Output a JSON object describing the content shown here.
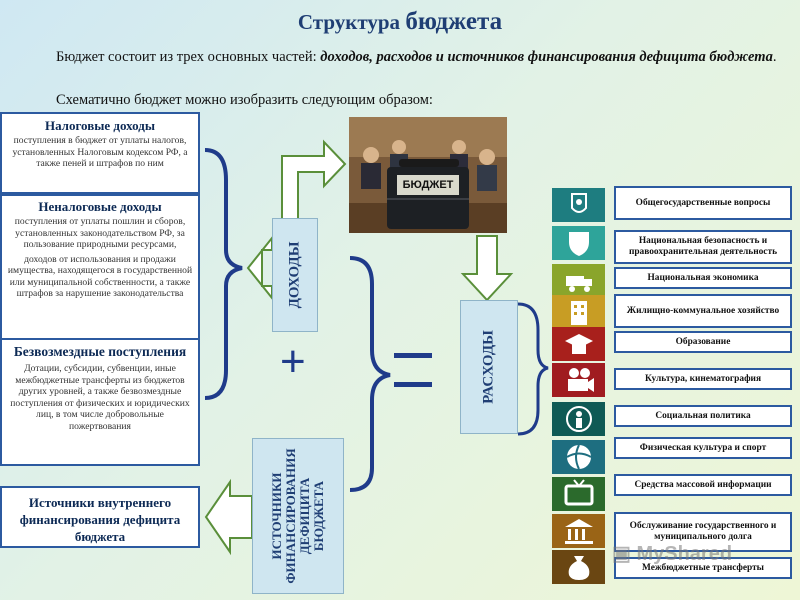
{
  "title": {
    "part1": "Структура",
    "part2": "бюджета"
  },
  "intro": {
    "lead": "Бюджет состоит из трех основных частей:",
    "emphasis": "доходов, расходов и источников финансирования дефицита бюджета",
    "end": "."
  },
  "scheme_text": "Схематично бюджет можно изобразить следующим образом:",
  "revenue_boxes": [
    {
      "title": "Налоговые доходы",
      "desc": [
        "поступления в бюджет от уплаты налогов, установленных Налоговым кодексом РФ, а также пеней и штрафов по ним"
      ]
    },
    {
      "title": "Неналоговые доходы",
      "desc": [
        "поступления от уплаты пошлин и сборов, установленных законодательством РФ, за пользование природными ресурсами,",
        "доходов от использования и продажи имущества, находящегося в государственной или муниципальной собственности, а также штрафов за нарушение законодательства"
      ]
    },
    {
      "title": "Безвозмездные поступления",
      "desc": [
        "Дотации, субсидии, субвенции, иные межбюджетные трансферты из бюджетов других уровней, а также безвозмездные поступления от физических и юридических лиц, в том числе добровольные пожертвования"
      ]
    }
  ],
  "financing_box": {
    "title": "Источники внутреннего финансирования дефицита бюджета"
  },
  "labels": {
    "revenues": "ДОХОДЫ",
    "sources": "ИСТОЧНИКИ ФИНАНСИРОВАНИЯ ДЕФИЦИТА БЮДЖЕТА",
    "expenses": "РАСХОДЫ",
    "plus": "+",
    "briefcase": "БЮДЖЕТ"
  },
  "expense_items": [
    {
      "label": "Общегосударственные вопросы",
      "icon": "emblem-icon",
      "color": "#1e7d80"
    },
    {
      "label": "Национальная безопасность и правоохранительная деятельность",
      "icon": "shield-icon",
      "color": "#2ea49a"
    },
    {
      "label": "Национальная экономика",
      "icon": "truck-icon",
      "color": "#8aa52b"
    },
    {
      "label": "Жилищно-коммунальное хозяйство",
      "icon": "building-icon",
      "color": "#c89d24"
    },
    {
      "label": "Образование",
      "icon": "graduation-cap-icon",
      "color": "#a8201c"
    },
    {
      "label": "Культура, кинематография",
      "icon": "film-camera-icon",
      "color": "#a01c20"
    },
    {
      "label": "Социальная политика",
      "icon": "social-icon",
      "color": "#0f5a55"
    },
    {
      "label": "Физическая культура и спорт",
      "icon": "ball-icon",
      "color": "#1e6e80"
    },
    {
      "label": "Средства массовой информации",
      "icon": "tv-icon",
      "color": "#2b6a2c"
    },
    {
      "label": "Обслуживание государственного и муниципального долга",
      "icon": "bank-icon",
      "color": "#9a6416"
    },
    {
      "label": "Межбюджетные трансферты",
      "icon": "money-bag-icon",
      "color": "#6a4612"
    }
  ],
  "watermark": "MyShared"
}
